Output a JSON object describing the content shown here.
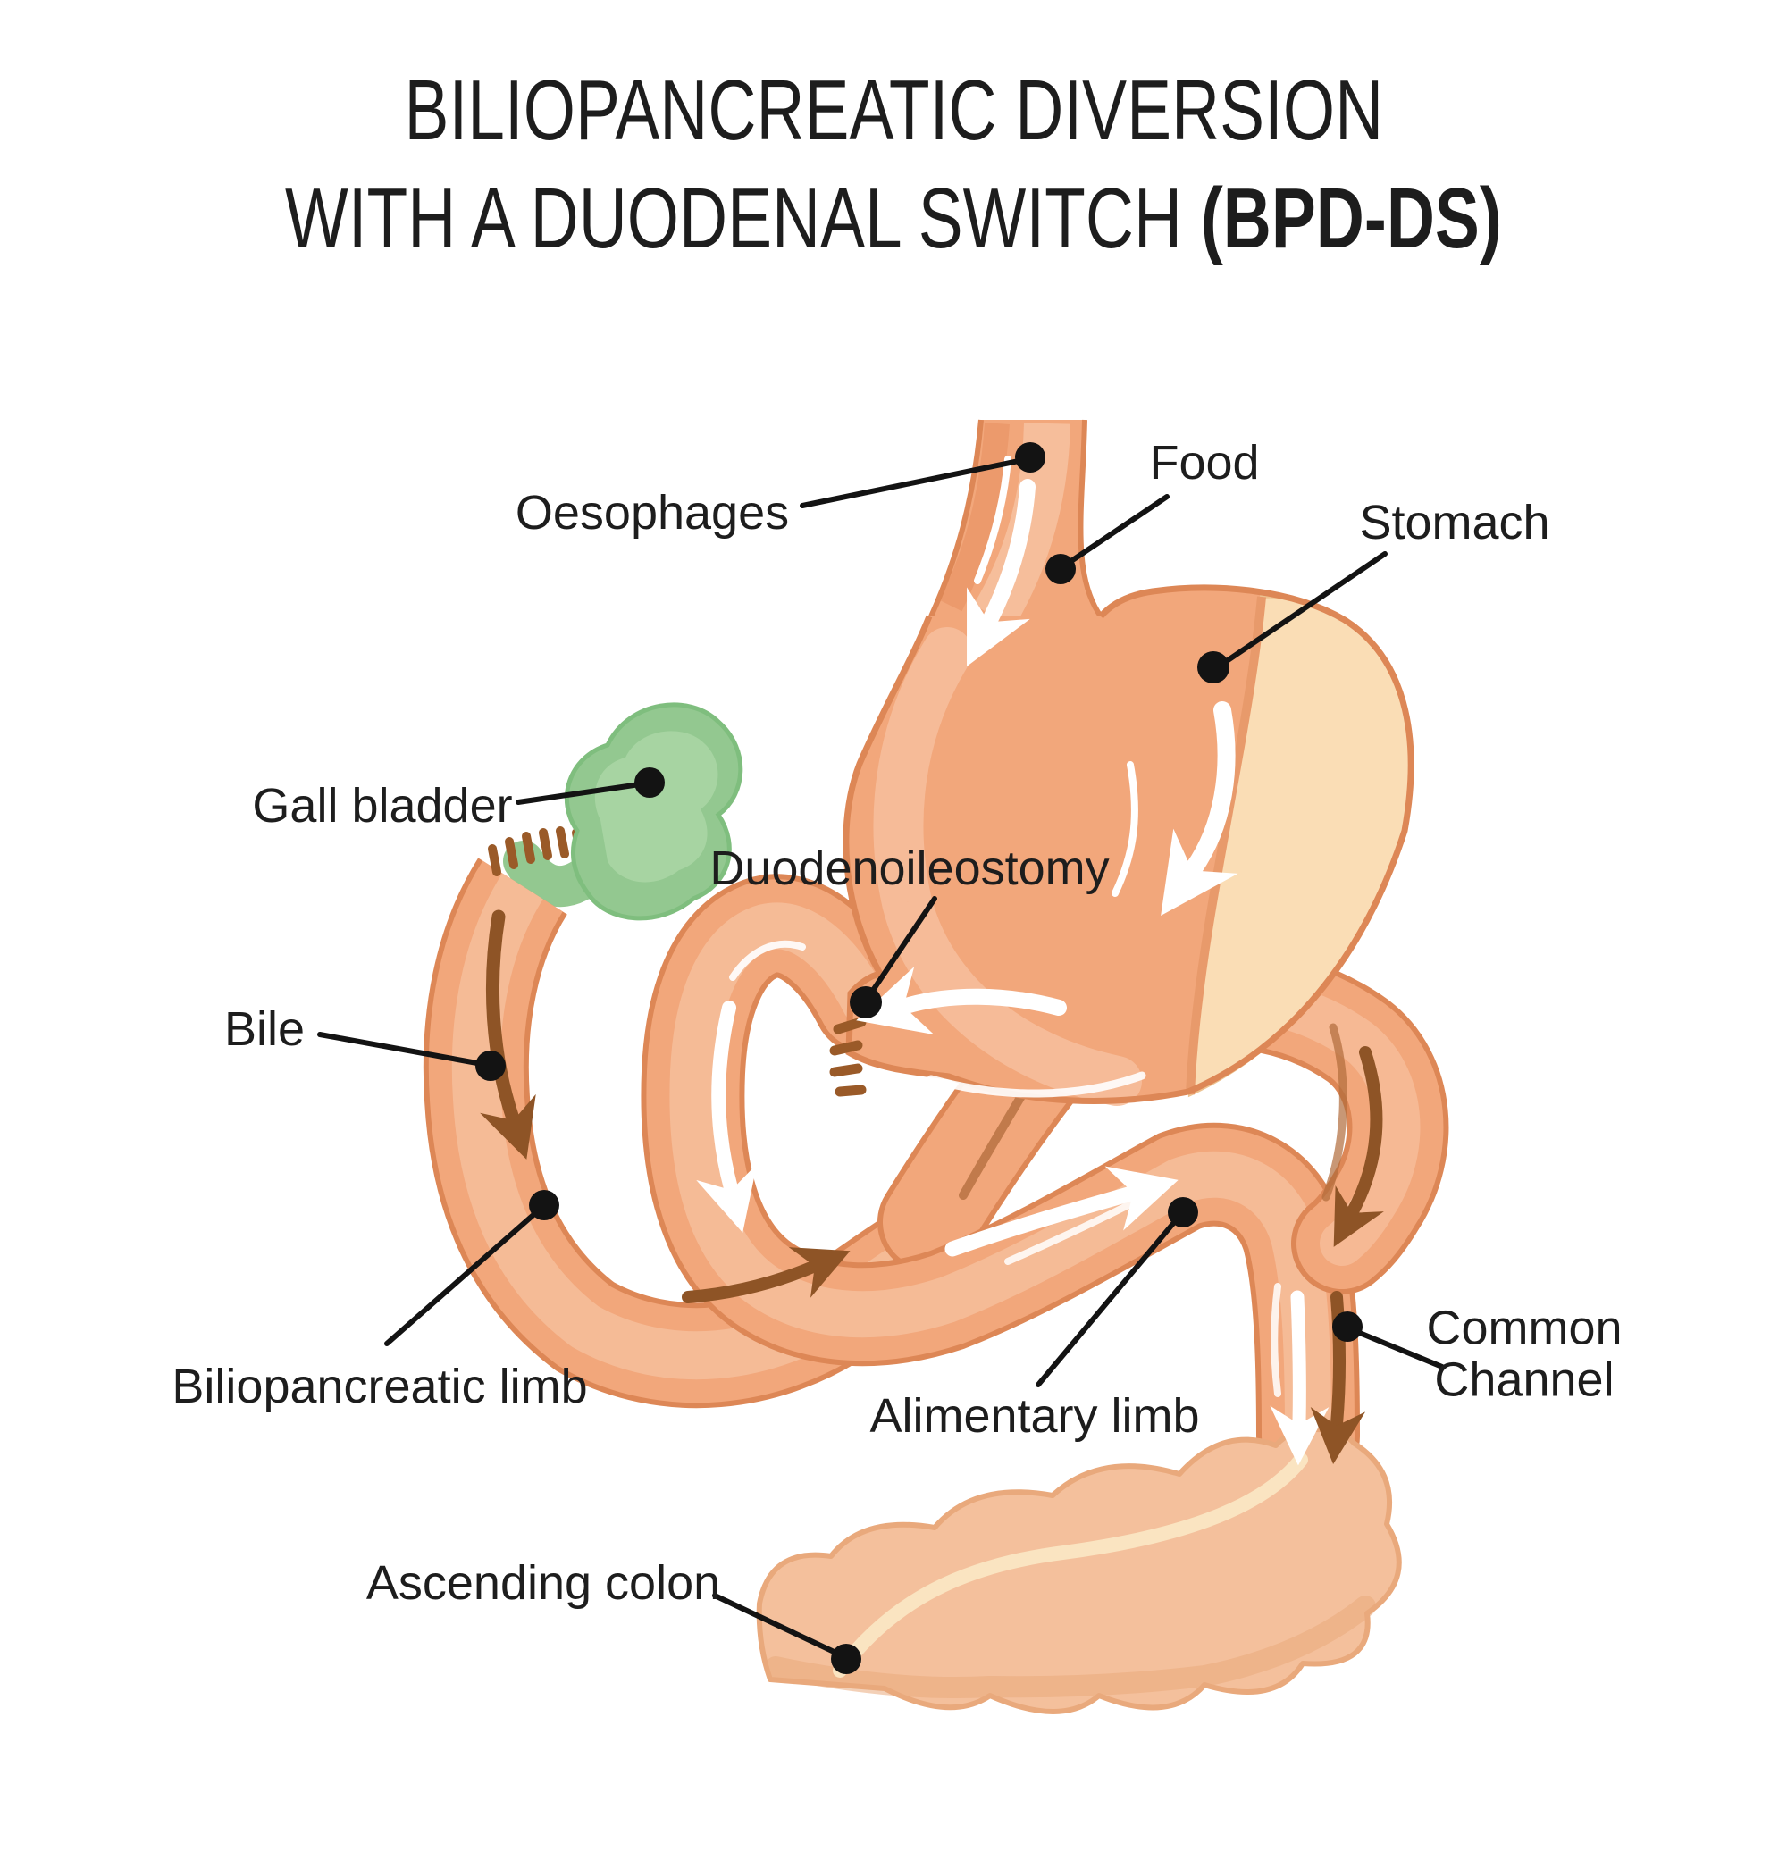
{
  "title": {
    "line1": "BILIOPANCREATIC DIVERSION",
    "line2": "WITH A DUODENAL SWITCH ",
    "line2_bold": "(BPD-DS)"
  },
  "labels": {
    "oesophagus": "Oesophages",
    "food": "Food",
    "stomach": "Stomach",
    "gall_bladder": "Gall bladder",
    "duodenoileostomy": "Duodenoileostomy",
    "bile": "Bile",
    "biliopancreatic_limb": "Biliopancreatic limb",
    "alimentary_limb": "Alimentary limb",
    "common_channel_line1": "Common",
    "common_channel_line2": "Channel",
    "ascending_colon": "Ascending colon"
  },
  "colors": {
    "outline": "#DD8756",
    "tube": "#F2A77B",
    "tube_highlight": "#F6BE9B",
    "tube_dark": "#EC9A6C",
    "stomach_bypassed": "#FADDB5",
    "stomach_bypassed_edge": "#EDC290",
    "boundary": "#E89A6B",
    "gallbladder": "#93C890",
    "gallbladder_highlight": "#ADD8A8",
    "gallbladder_edge": "#7FBE7E",
    "bile_arrow": "#8E5426",
    "bile_shade": "#B06B3B",
    "staple": "#9A5A28",
    "colon": "#F4C09C",
    "colon_edge": "#E9A97C",
    "taenia": "#FAE4C1",
    "ink": "#1D1D1D",
    "leader": "#131313",
    "food_arrow": "#FFFFFF",
    "background": "#FFFFFF"
  }
}
